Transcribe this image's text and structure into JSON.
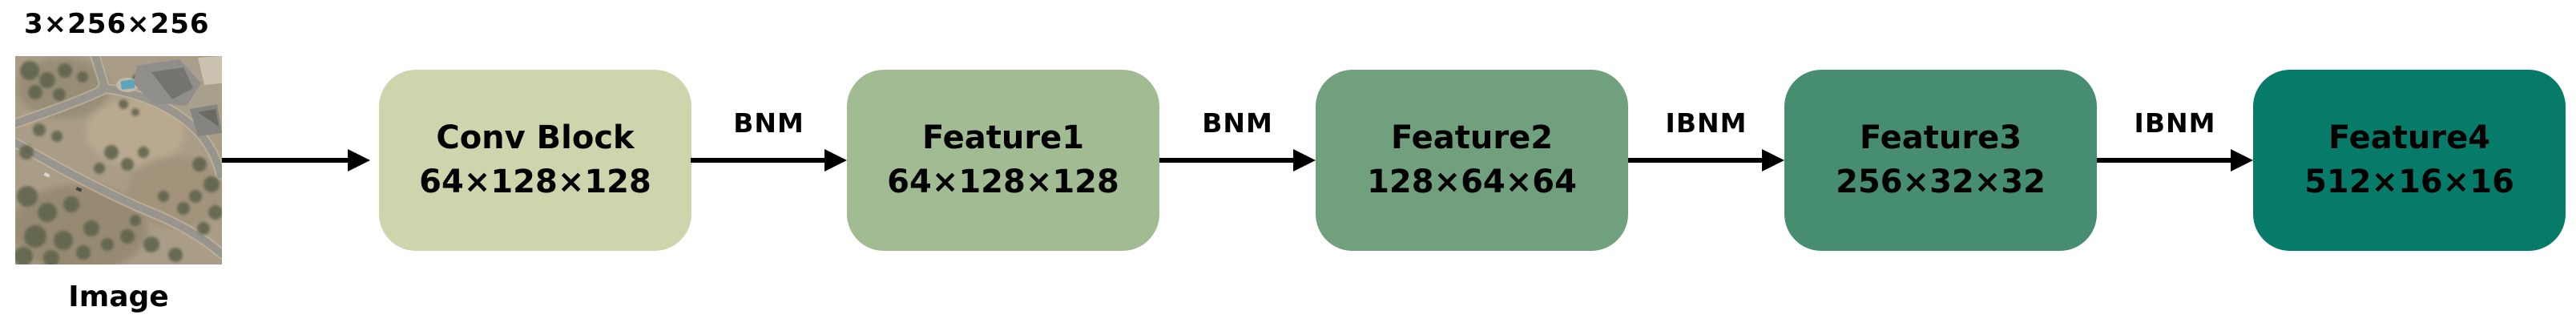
{
  "figure": {
    "background_color": "#ffffff",
    "input": {
      "dims_label": "3×256×256",
      "caption": "Image"
    },
    "blocks": [
      {
        "name": "Conv Block",
        "dims": "64×128×128",
        "color": "#ccd5ab"
      },
      {
        "name": "Feature1",
        "dims": "64×128×128",
        "color": "#a1bb93"
      },
      {
        "name": "Feature2",
        "dims": "128×64×64",
        "color": "#70a07d"
      },
      {
        "name": "Feature3",
        "dims": "256×32×32",
        "color": "#478d71"
      },
      {
        "name": "Feature4",
        "dims": "512×16×16",
        "color": "#077b6a"
      }
    ],
    "arrows": {
      "labels": [
        "BNM",
        "BNM",
        "IBNM",
        "IBNM"
      ]
    }
  }
}
